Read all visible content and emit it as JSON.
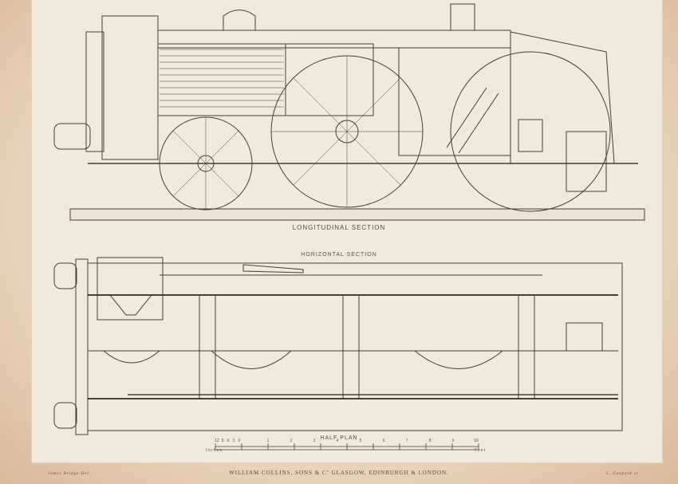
{
  "titles": {
    "longitudinal": "LONGITUDINAL SECTION",
    "horizontal": "HORIZONTAL SECTION",
    "half_plan": "HALF PLAN"
  },
  "scale": {
    "inches_label": "Inches",
    "feet_label": "Feet",
    "inch_ticks": [
      "12",
      "9",
      "6",
      "3",
      "0"
    ],
    "feet_ticks": [
      "1",
      "2",
      "3",
      "4",
      "5",
      "6",
      "7",
      "8",
      "9",
      "10"
    ]
  },
  "credits": {
    "artist": "James Bridge Del.",
    "engraver": "L. Gaspard sc.",
    "publisher": "WILLIAM COLLINS, SONS & Cº GLASGOW, EDINBURGH & LONDON."
  },
  "colors": {
    "ink": "#4a3d33",
    "paper": "#f2e9dd",
    "border": "#c9a98a"
  }
}
